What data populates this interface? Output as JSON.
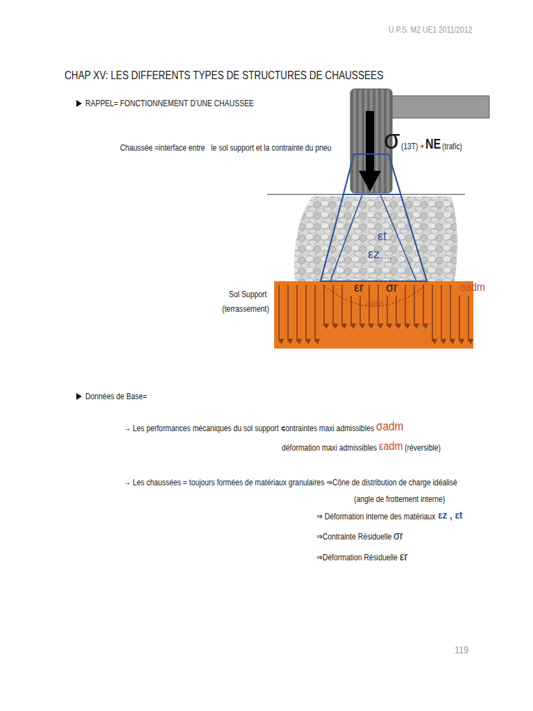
{
  "diagram": {
    "title": "CHAP XV: LES DIFFERENTS TYPES DE STRUCTURES DE CHAUSSEES",
    "labels": [
      "U.P.S. M2 UE1 2011/2012",
      "RAPPEL= FONCTIONNEMENT D’UNE CHAUSSEE",
      "Chaussée =interface entre   le sol support et la contrainte du pneu",
      "σ",
      "(13T) +",
      "NE",
      "(trafic)",
      "εt",
      "εz",
      "εr",
      "σr",
      "σadm",
      "εadm",
      "Sol Support",
      "(terrassement)",
      "Données de Base=",
      "→ Les performances mécaniques du sol support =",
      "contraintes maxi admissibles",
      "σadm",
      "déformation maxi admissibles",
      "εadm",
      "(réversible)",
      "→ Les chaussées = toujours formées de matériaux granulaires ⇒Cône de distribution de charge idéalisé",
      "(angle de frottement interne)",
      "⇒ Déformation interne des matériaux",
      "εz , εt",
      "⇒Contrainte Résiduelle",
      "σr",
      "⇒Déformation Résiduelle",
      "εr",
      "119"
    ]
  }
}
